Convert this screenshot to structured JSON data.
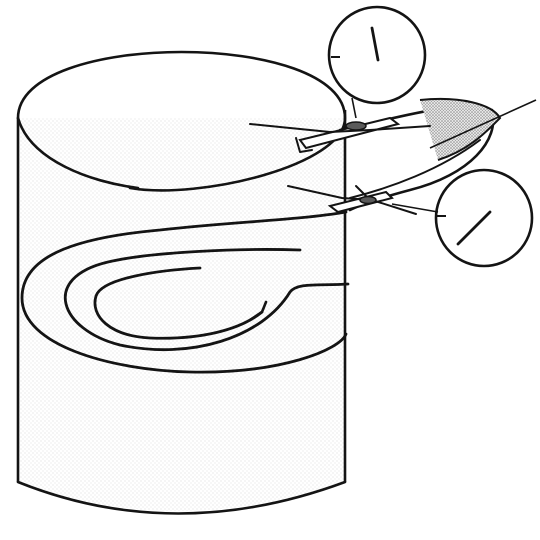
{
  "figure": {
    "subject": "aircraft-spiral-descent-in-cylinder",
    "colors": {
      "ink": "#141414",
      "paper": "#ffffff",
      "stipple": "#d9d9d9",
      "shade": "#f1f1f1",
      "dark_stipple": "#9a9a9a"
    },
    "aircraft": [
      {
        "id": "upper-aircraft",
        "position": "top-of-spiral"
      },
      {
        "id": "lower-aircraft",
        "position": "second-turn"
      }
    ],
    "instruments": [
      {
        "id": "upper-gauge",
        "type": "round-dial",
        "needle": "near-vertical"
      },
      {
        "id": "lower-gauge",
        "type": "round-dial",
        "needle": "diagonal"
      }
    ]
  }
}
